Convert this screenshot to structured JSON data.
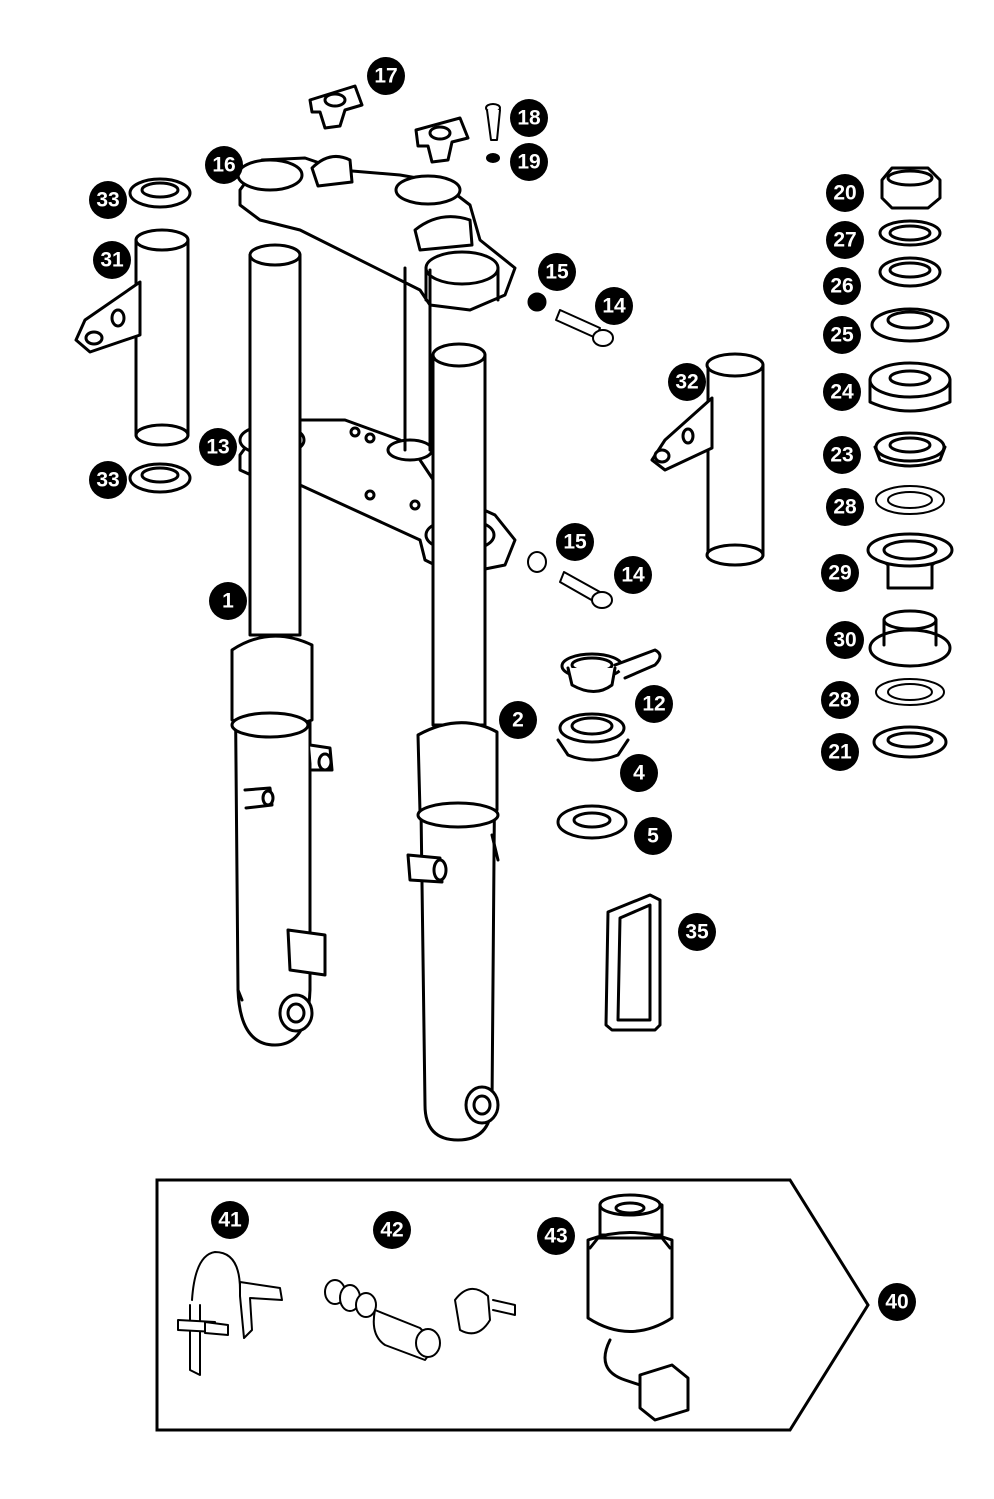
{
  "callouts": [
    {
      "id": "c1",
      "label": "1"
    },
    {
      "id": "c2",
      "label": "2"
    },
    {
      "id": "c4",
      "label": "4"
    },
    {
      "id": "c5",
      "label": "5"
    },
    {
      "id": "c12",
      "label": "12"
    },
    {
      "id": "c13",
      "label": "13"
    },
    {
      "id": "c14a",
      "label": "14"
    },
    {
      "id": "c14b",
      "label": "14"
    },
    {
      "id": "c15a",
      "label": "15"
    },
    {
      "id": "c15b",
      "label": "15"
    },
    {
      "id": "c16",
      "label": "16"
    },
    {
      "id": "c17",
      "label": "17"
    },
    {
      "id": "c18",
      "label": "18"
    },
    {
      "id": "c19",
      "label": "19"
    },
    {
      "id": "c20",
      "label": "20"
    },
    {
      "id": "c21",
      "label": "21"
    },
    {
      "id": "c23",
      "label": "23"
    },
    {
      "id": "c24",
      "label": "24"
    },
    {
      "id": "c25",
      "label": "25"
    },
    {
      "id": "c26",
      "label": "26"
    },
    {
      "id": "c27",
      "label": "27"
    },
    {
      "id": "c28a",
      "label": "28"
    },
    {
      "id": "c28b",
      "label": "28"
    },
    {
      "id": "c29",
      "label": "29"
    },
    {
      "id": "c30",
      "label": "30"
    },
    {
      "id": "c31",
      "label": "31"
    },
    {
      "id": "c32",
      "label": "32"
    },
    {
      "id": "c33a",
      "label": "33"
    },
    {
      "id": "c33b",
      "label": "33"
    },
    {
      "id": "c35",
      "label": "35"
    },
    {
      "id": "c40",
      "label": "40"
    },
    {
      "id": "c41",
      "label": "41"
    },
    {
      "id": "c42",
      "label": "42"
    },
    {
      "id": "c43",
      "label": "43"
    }
  ]
}
